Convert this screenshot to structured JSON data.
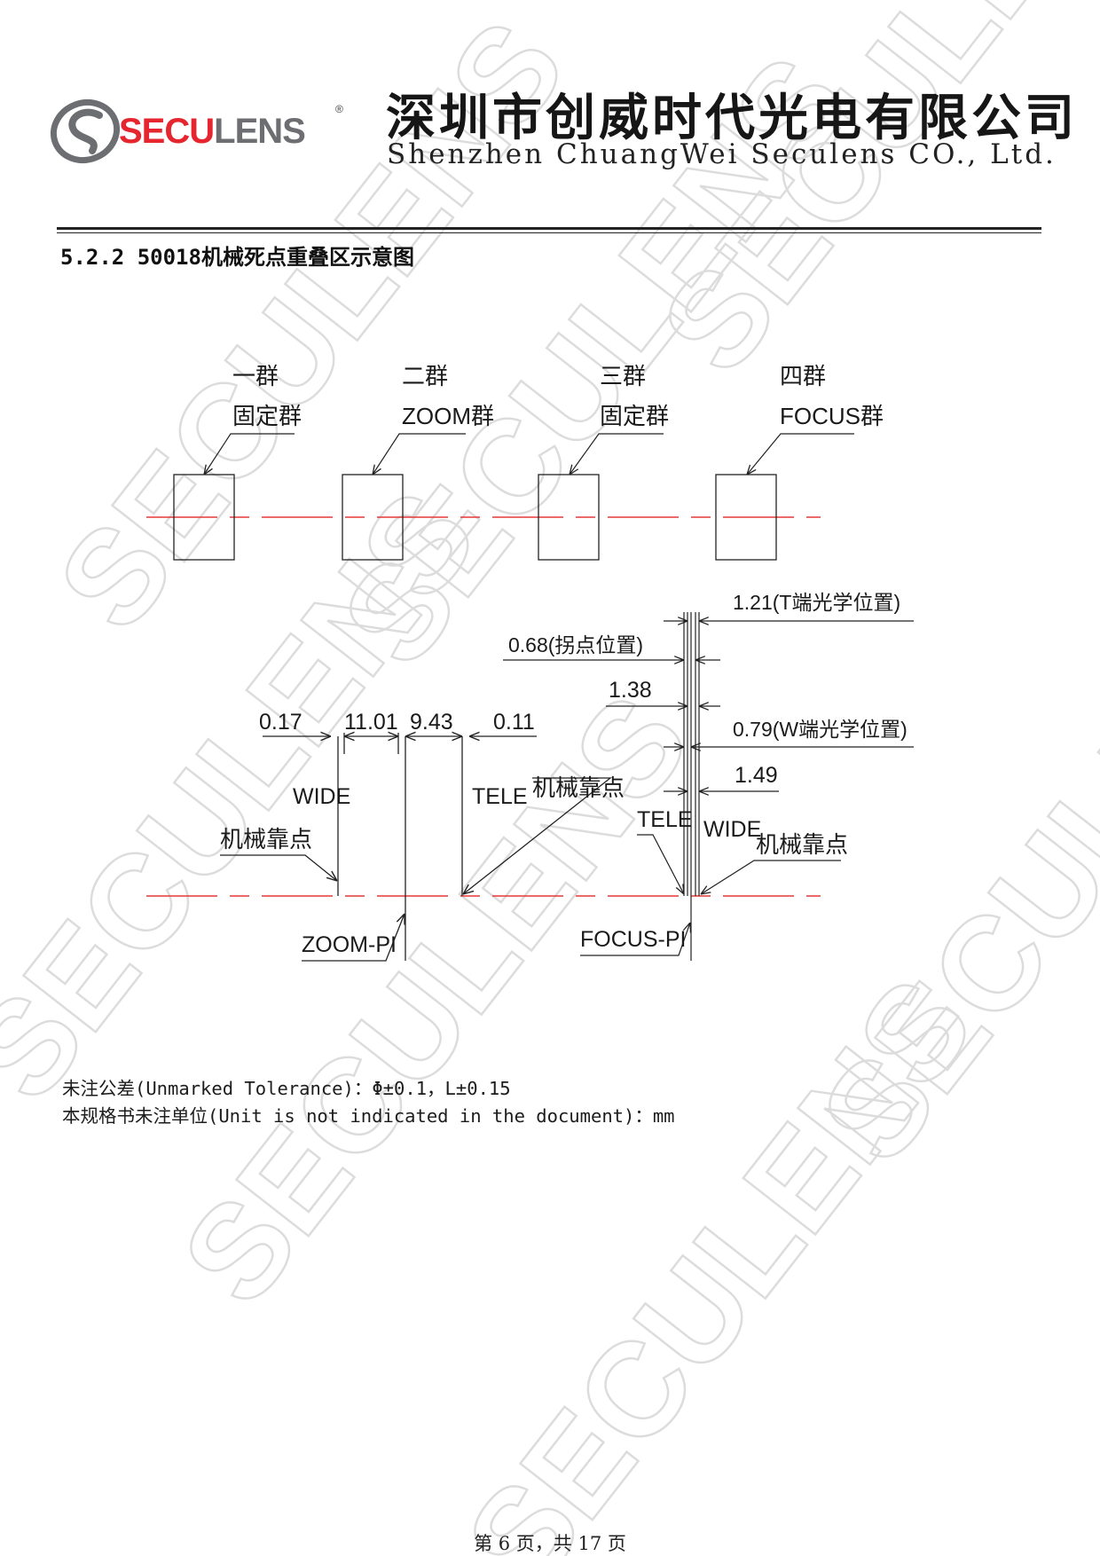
{
  "header": {
    "logo_text_red": "SECU",
    "logo_text_gray": "LENS",
    "logo_registered": "®",
    "company_name_cn": "深圳市创威时代光电有限公司",
    "company_name_en": "Shenzhen ChuangWei Seculens CO., Ltd."
  },
  "section_title": "5.2.2 50018机械死点重叠区示意图",
  "diagram": {
    "groups": [
      {
        "line1": "一群",
        "line2": "固定群"
      },
      {
        "line1": "二群",
        "line2": "ZOOM群"
      },
      {
        "line1": "三群",
        "line2": "固定群"
      },
      {
        "line1": "四群",
        "line2": "FOCUS群"
      }
    ],
    "zoom": {
      "dims": [
        "0.17",
        "11.01",
        "9.43",
        "0.11"
      ],
      "wide_label": "WIDE",
      "wide_stop_label": "机械靠点",
      "tele_label": "TELE",
      "tele_stop_label": "机械靠点",
      "pi_label": "ZOOM-PI"
    },
    "focus": {
      "dim_t_optical": "1.21(T端光学位置)",
      "dim_inflection": "0.68(拐点位置)",
      "dim_138": "1.38",
      "dim_w_optical": "0.79(W端光学位置)",
      "dim_149": "1.49",
      "tele_label": "TELE",
      "wide_label": "WIDE",
      "wide_stop_label": "机械靠点",
      "pi_label": "FOCUS-PI"
    },
    "colors": {
      "axis": "#e53935",
      "line": "#222222"
    }
  },
  "notes": {
    "tolerance": "未注公差(Unmarked Tolerance)：Φ±0.1，L±0.15",
    "unit": "本规格书未注单位(Unit is not indicated in the document)：mm"
  },
  "footer": {
    "page": "第 6 页，共 17 页"
  },
  "watermark_text": "SECULENS"
}
